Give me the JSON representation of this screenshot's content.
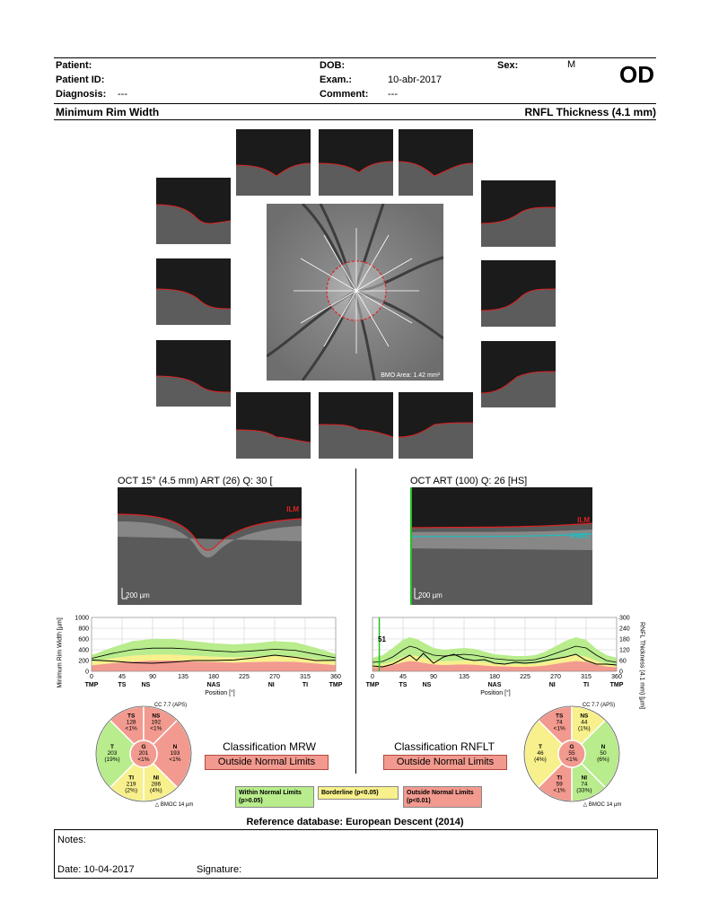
{
  "header": {
    "patient_label": "Patient:",
    "patient_id_label": "Patient ID:",
    "diagnosis_label": "Diagnosis:",
    "diagnosis_value": "---",
    "dob_label": "DOB:",
    "exam_label": "Exam.:",
    "exam_value": "10-abr-2017",
    "comment_label": "Comment:",
    "comment_value": "---",
    "sex_label": "Sex:",
    "sex_value": "M",
    "eye": "OD"
  },
  "sections": {
    "left_title": "Minimum Rim Width",
    "right_title": "RNFL Thickness (4.1 mm)"
  },
  "fundus": {
    "bmo_area": "BMO Area: 1.42 mm²"
  },
  "oct_left": {
    "title": "OCT 15° (4.5 mm) ART (26) Q: 30 [",
    "ilm": "ILM",
    "scale": "200 µm"
  },
  "oct_right": {
    "title": "OCT ART (100) Q: 26 [HS]",
    "ilm": "ILM",
    "rnfl": "RNFL",
    "scale": "200 µm"
  },
  "mrw_chart": {
    "ylabel": "Minimum Rim Width [µm]",
    "xlabel": "Position [°]"
  },
  "rnfl_chart": {
    "ylabel": "RNFL Thickness (4.1 mm) [µm]",
    "xlabel": "Position [°]",
    "marker_label": "51"
  },
  "chart_data": [
    {
      "type": "line",
      "title": "",
      "xlabel": "Position [°]",
      "ylabel": "Minimum Rim Width [µm]",
      "xlim": [
        0,
        360
      ],
      "ylim": [
        0,
        1000
      ],
      "xticks": [
        0,
        45,
        90,
        135,
        180,
        225,
        270,
        315,
        360
      ],
      "yticks": [
        0,
        200,
        400,
        600,
        800,
        1000
      ],
      "sector_labels": [
        {
          "x": 0,
          "label": "TMP"
        },
        {
          "x": 45,
          "label": "TS"
        },
        {
          "x": 80,
          "label": "NS"
        },
        {
          "x": 180,
          "label": "NAS"
        },
        {
          "x": 265,
          "label": "NI"
        },
        {
          "x": 315,
          "label": "TI"
        },
        {
          "x": 360,
          "label": "TMP"
        }
      ],
      "x": [
        0,
        30,
        60,
        90,
        120,
        150,
        180,
        210,
        240,
        270,
        300,
        330,
        360
      ],
      "series": [
        {
          "values": [
            210,
            190,
            160,
            150,
            170,
            200,
            200,
            210,
            250,
            300,
            260,
            200,
            205
          ]
        },
        {
          "values": [
            240,
            330,
            400,
            430,
            430,
            410,
            380,
            360,
            380,
            410,
            390,
            320,
            250
          ]
        }
      ],
      "normal_upper": [
        300,
        440,
        560,
        600,
        600,
        560,
        520,
        500,
        520,
        560,
        540,
        440,
        320
      ],
      "normal_lower": [
        180,
        240,
        290,
        310,
        310,
        290,
        270,
        260,
        270,
        290,
        280,
        230,
        190
      ],
      "borderline_lower": [
        110,
        150,
        180,
        200,
        200,
        180,
        170,
        160,
        170,
        180,
        175,
        145,
        115
      ],
      "outside_lower": [
        70,
        95,
        115,
        125,
        125,
        115,
        105,
        100,
        105,
        115,
        110,
        90,
        75
      ]
    },
    {
      "type": "line",
      "title": "",
      "xlabel": "Position [°]",
      "ylabel": "RNFL Thickness (4.1 mm) [µm]",
      "xlim": [
        0,
        360
      ],
      "ylim": [
        0,
        300
      ],
      "xticks": [
        0,
        45,
        90,
        135,
        180,
        225,
        270,
        315,
        360
      ],
      "yticks": [
        0,
        60,
        120,
        180,
        240,
        300
      ],
      "sector_labels": [
        {
          "x": 0,
          "label": "TMP"
        },
        {
          "x": 45,
          "label": "TS"
        },
        {
          "x": 80,
          "label": "NS"
        },
        {
          "x": 180,
          "label": "NAS"
        },
        {
          "x": 265,
          "label": "NI"
        },
        {
          "x": 315,
          "label": "TI"
        },
        {
          "x": 360,
          "label": "TMP"
        }
      ],
      "marker_x": 10,
      "x": [
        0,
        15,
        30,
        45,
        55,
        65,
        75,
        90,
        105,
        120,
        135,
        150,
        165,
        180,
        195,
        210,
        225,
        240,
        255,
        270,
        285,
        300,
        315,
        330,
        345,
        360
      ],
      "series": [
        {
          "values": [
            30,
            25,
            40,
            70,
            90,
            60,
            100,
            45,
            80,
            95,
            70,
            60,
            65,
            45,
            40,
            50,
            45,
            50,
            60,
            70,
            80,
            95,
            60,
            40,
            40,
            35
          ]
        },
        {
          "values": [
            50,
            55,
            80,
            120,
            140,
            130,
            110,
            90,
            85,
            90,
            95,
            90,
            80,
            70,
            65,
            60,
            60,
            65,
            80,
            100,
            120,
            140,
            130,
            90,
            60,
            50
          ]
        }
      ],
      "normal_upper": [
        75,
        90,
        130,
        175,
        190,
        180,
        160,
        130,
        120,
        125,
        130,
        125,
        110,
        95,
        90,
        85,
        85,
        90,
        110,
        140,
        170,
        190,
        175,
        125,
        90,
        75
      ],
      "normal_lower": [
        35,
        40,
        55,
        80,
        90,
        85,
        75,
        60,
        55,
        58,
        60,
        58,
        50,
        45,
        42,
        40,
        40,
        42,
        50,
        65,
        80,
        90,
        82,
        58,
        42,
        35
      ],
      "borderline_lower": [
        22,
        25,
        35,
        50,
        57,
        54,
        47,
        38,
        35,
        37,
        38,
        37,
        32,
        28,
        27,
        25,
        25,
        27,
        32,
        41,
        50,
        57,
        52,
        37,
        27,
        22
      ],
      "outside_lower": [
        0,
        0,
        0,
        0,
        0,
        0,
        0,
        0,
        0,
        0,
        0,
        0,
        0,
        0,
        0,
        0,
        0,
        0,
        0,
        0,
        0,
        0,
        0,
        0,
        0,
        0
      ]
    }
  ],
  "mrw_sectors": {
    "top_label": "CC 7.7 (APS)",
    "bottom_label": "BMOC 14 µm",
    "TS": {
      "name": "TS",
      "value": "128",
      "pct": "<1%",
      "color": "#f29a8f"
    },
    "NS": {
      "name": "NS",
      "value": "192",
      "pct": "<1%",
      "color": "#f29a8f"
    },
    "T": {
      "name": "T",
      "value": "203",
      "pct": "(19%)",
      "color": "#b8ec8c"
    },
    "G": {
      "name": "G",
      "value": "201",
      "pct": "<1%",
      "color": "#f29a8f"
    },
    "N": {
      "name": "N",
      "value": "193",
      "pct": "<1%",
      "color": "#f29a8f"
    },
    "TI": {
      "name": "TI",
      "value": "219",
      "pct": "(2%)",
      "color": "#f7f08c"
    },
    "NI": {
      "name": "NI",
      "value": "286",
      "pct": "(4%)",
      "color": "#f7f08c"
    }
  },
  "rnfl_sectors": {
    "top_label": "CC 7.7 (APS)",
    "bottom_label": "BMOC 14 µm",
    "TS": {
      "name": "TS",
      "value": "74",
      "pct": "<1%",
      "color": "#f29a8f"
    },
    "NS": {
      "name": "NS",
      "value": "44",
      "pct": "(1%)",
      "color": "#f7f08c"
    },
    "T": {
      "name": "T",
      "value": "46",
      "pct": "(4%)",
      "color": "#f7f08c"
    },
    "G": {
      "name": "G",
      "value": "55",
      "pct": "<1%",
      "color": "#f29a8f"
    },
    "N": {
      "name": "N",
      "value": "50",
      "pct": "(6%)",
      "color": "#b8ec8c"
    },
    "TI": {
      "name": "TI",
      "value": "59",
      "pct": "<1%",
      "color": "#f29a8f"
    },
    "NI": {
      "name": "NI",
      "value": "74",
      "pct": "(33%)",
      "color": "#b8ec8c"
    }
  },
  "classification": {
    "mrw_title": "Classification MRW",
    "mrw_result": "Outside Normal Limits",
    "rnflt_title": "Classification RNFLT",
    "rnflt_result": "Outside Normal Limits"
  },
  "legend": {
    "within": "Within Normal Limits (p>0.05)",
    "borderline": "Borderline (p<0.05)",
    "outside": "Outside Normal Limits (p<0.01)",
    "within_color": "#b8ec8c",
    "borderline_color": "#f7f08c",
    "outside_color": "#f29a8f"
  },
  "reference": "Reference database: European Descent (2014)",
  "footer": {
    "notes_label": "Notes:",
    "date_label": "Date: 10-04-2017",
    "signature_label": "Signature:"
  }
}
